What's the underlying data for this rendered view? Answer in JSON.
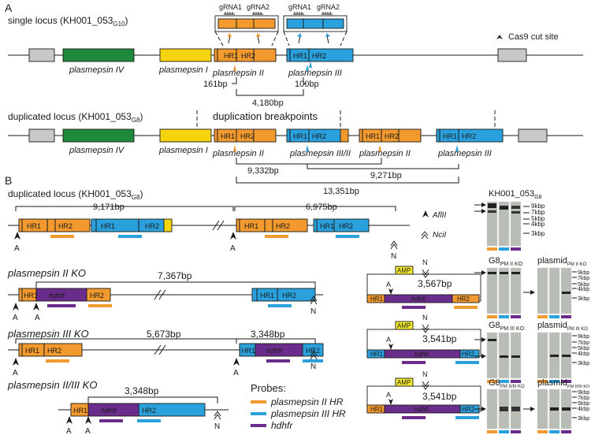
{
  "colors": {
    "pm4": "#1f8a3b",
    "pm1": "#f5d40f",
    "pm2": "#f29a2e",
    "pm3": "#2aa0dc",
    "hdhfr": "#6b2d8c",
    "amp": "#f2ea2a",
    "grey": "#c8c8c8",
    "gel_bg": "#b8bdb5"
  },
  "panel_a": {
    "label": "A",
    "single": {
      "title_main": "single locus (KH001_053",
      "title_sub": "G10",
      "title_close": ")",
      "gene_pm4": "plasmepsin IV",
      "gene_pm1": "plasmepsin I",
      "gene_pm2": "plasmepsin II",
      "gene_pm3": "plasmepsin III",
      "hr1": "HR1",
      "hr2": "HR2",
      "grna1": "gRNA1",
      "grna2": "gRNA2",
      "dist_161": "161bp",
      "dist_100": "100bp",
      "dist_4180": "4,180bp"
    },
    "cas9_legend": "Cas9 cut site",
    "duplicated": {
      "title_main": "duplicated locus (KH001_053",
      "title_sub": "G8",
      "title_close": ")",
      "breakpoints": "duplication breakpoints",
      "gene_pm4": "plasmepsin IV",
      "gene_pm1": "plasmepsin I",
      "gene_pm2a": "plasmepsin II",
      "gene_pm32": "plasmepsin III/II",
      "gene_pm2b": "plasmepsin II",
      "gene_pm3": "plasmepsin III",
      "dist_9332": "9,332bp",
      "dist_9271": "9,271bp",
      "dist_13351": "13,351bp"
    }
  },
  "panel_b": {
    "label": "B",
    "dup": {
      "title_main": "duplicated locus (KH001_053",
      "title_sub": "G8",
      "title_close": ")",
      "dist_9171": "9,171bp",
      "dist_6975": "6,975bp",
      "afl_label": "AflII",
      "nci_label": "NciI"
    },
    "ko2": {
      "title": "plasmepsin II KO",
      "dist": "7,367bp",
      "plasmid_dist": "3,567bp",
      "hdhfr": "hdhfr",
      "amp": "AMP"
    },
    "ko3": {
      "title": "plasmepsin III KO",
      "dist1": "5,673bp",
      "dist2": "3,348bp",
      "plasmid_dist": "3,541bp",
      "hdhfr": "hdhfr",
      "amp": "AMP"
    },
    "ko23": {
      "title": "plasmepsin II/III KO",
      "dist": "3,348bp",
      "plasmid_dist": "3,541bp",
      "hdhfr": "hdhfr",
      "amp": "AMP"
    },
    "probes": {
      "title": "Probes:",
      "p2": "plasmepsin II HR",
      "p3": "plasmepsin III HR",
      "ph": "hdhfr"
    },
    "letters": {
      "a": "A",
      "n": "N"
    },
    "gels": {
      "g1_title": "KH001_053",
      "g1_sub": "G8",
      "g2_title": "G8",
      "g2_sub": "PM II KO",
      "g2p_title": "plasmid",
      "g2p_sub": "PM II KO",
      "g3_title": "G8",
      "g3_sub": "PM III KO",
      "g3p_title": "plasmid",
      "g3p_sub": "PM III KO",
      "g4_title": "G8",
      "g4_sub": "PM II/III KO",
      "g4p_title": "plasmid",
      "g4p_sub": "PM II/III KO",
      "ladder": [
        "9kbp",
        "7kbp",
        "5kbp",
        "4kbp",
        "3kbp"
      ]
    }
  }
}
